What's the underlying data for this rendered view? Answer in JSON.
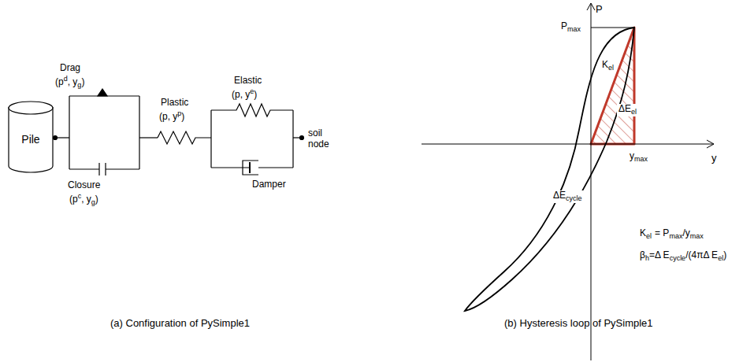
{
  "diagram": {
    "nodes": [
      {
        "text": [
          "Pile"
        ]
      }
    ],
    "labels": [
      "Drag",
      "(p",
      "d",
      ", y",
      "g",
      ")",
      "Closure",
      "(p",
      "c",
      ", y",
      "g",
      ")",
      "Plastic",
      "(p, y",
      "p",
      ")",
      "Elastic",
      "(p, y",
      "e",
      ")",
      "Damper",
      "soil node",
      "(a) Configuration of PySimple1",
      "P",
      "P",
      "max",
      "K",
      "el",
      "ΔE",
      "el",
      "y",
      "max",
      "y",
      "ΔE",
      "cycle",
      "K",
      "el",
      "= P",
      "max",
      "/y",
      "max",
      "β",
      "h",
      "=Δ E",
      "cycle",
      "/(4πΔ E",
      "el",
      ")",
      "(b) Hysteresis loop of PySimple1"
    ]
  }
}
